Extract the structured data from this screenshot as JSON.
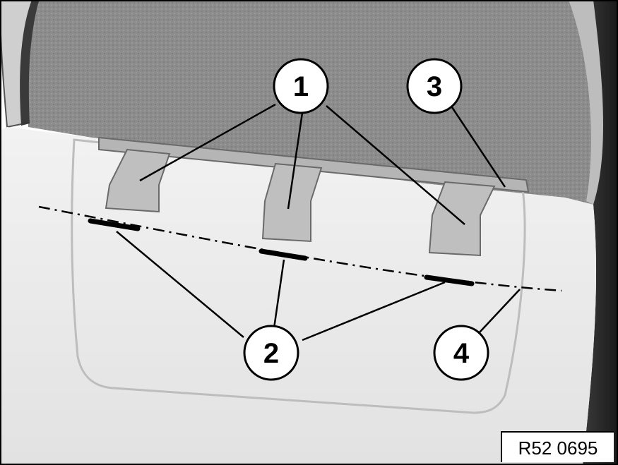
{
  "figure": {
    "reference_code": "R52 0695"
  },
  "callouts": [
    {
      "label": "1"
    },
    {
      "label": "2"
    },
    {
      "label": "3"
    },
    {
      "label": "4"
    }
  ],
  "colors": {
    "carpet": "#8f8f8f",
    "panel": "#ececec",
    "outline": "#000000",
    "background": "#ffffff"
  }
}
